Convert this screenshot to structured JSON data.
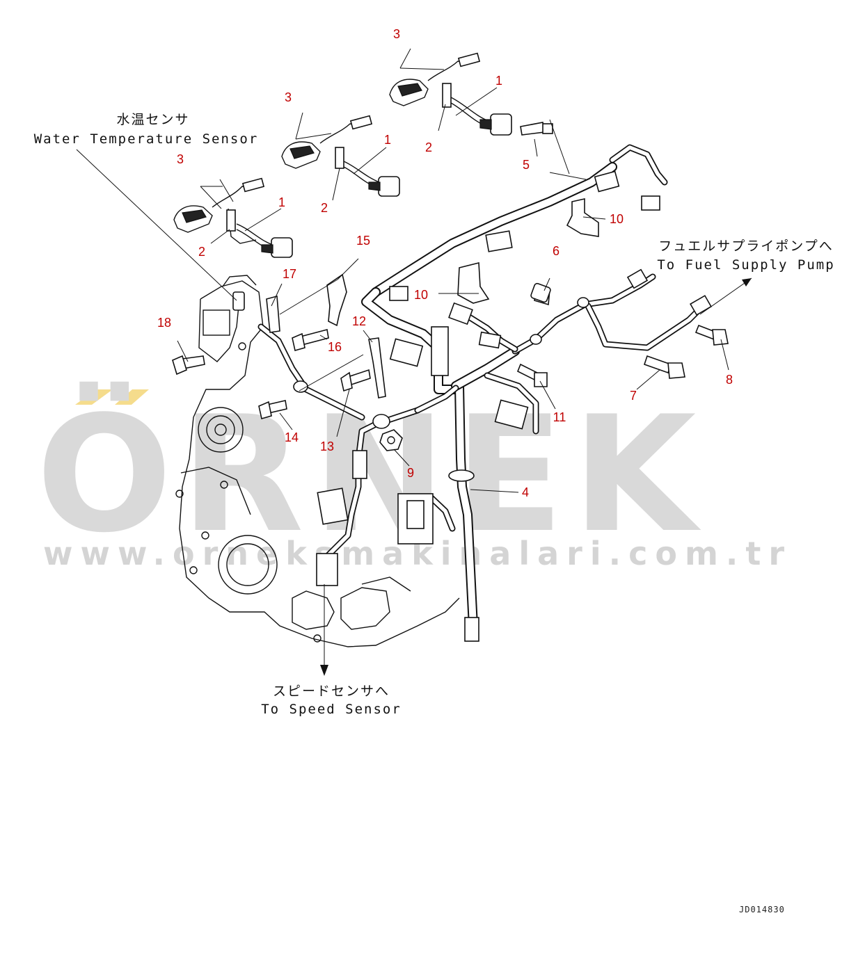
{
  "callouts": [
    {
      "id": "c3a",
      "text": "3"
    },
    {
      "id": "c1a",
      "text": "1"
    },
    {
      "id": "c2a",
      "text": "2"
    },
    {
      "id": "c3b",
      "text": "3"
    },
    {
      "id": "c1b",
      "text": "1"
    },
    {
      "id": "c2b",
      "text": "2"
    },
    {
      "id": "c3c",
      "text": "3"
    },
    {
      "id": "c1c",
      "text": "1"
    },
    {
      "id": "c2c",
      "text": "2"
    },
    {
      "id": "c5",
      "text": "5"
    },
    {
      "id": "c10a",
      "text": "10"
    },
    {
      "id": "c10b",
      "text": "10"
    },
    {
      "id": "c6",
      "text": "6"
    },
    {
      "id": "c15",
      "text": "15"
    },
    {
      "id": "c17",
      "text": "17"
    },
    {
      "id": "c18",
      "text": "18"
    },
    {
      "id": "c16",
      "text": "16"
    },
    {
      "id": "c12",
      "text": "12"
    },
    {
      "id": "c11",
      "text": "11"
    },
    {
      "id": "c7",
      "text": "7"
    },
    {
      "id": "c8",
      "text": "8"
    },
    {
      "id": "c14",
      "text": "14"
    },
    {
      "id": "c13",
      "text": "13"
    },
    {
      "id": "c9",
      "text": "9"
    },
    {
      "id": "c4",
      "text": "4"
    }
  ],
  "labels": {
    "water_temp_jp": "水温センサ",
    "water_temp_en": "Water Temperature Sensor",
    "fuel_pump_jp": "フュエルサプライポンプへ",
    "fuel_pump_en": "To Fuel Supply Pump",
    "speed_sensor_jp": "スピードセンサへ",
    "speed_sensor_en": "To Speed Sensor"
  },
  "watermark": {
    "brand": "ÖRNEK",
    "url": "www.orneksmakinalari.com.tr"
  },
  "drawing_number": "JD014830",
  "colors": {
    "callout": "#c00000",
    "line": "#111111",
    "watermark": "#d9d9d9",
    "watermark_accent": "#f5dc8c"
  }
}
